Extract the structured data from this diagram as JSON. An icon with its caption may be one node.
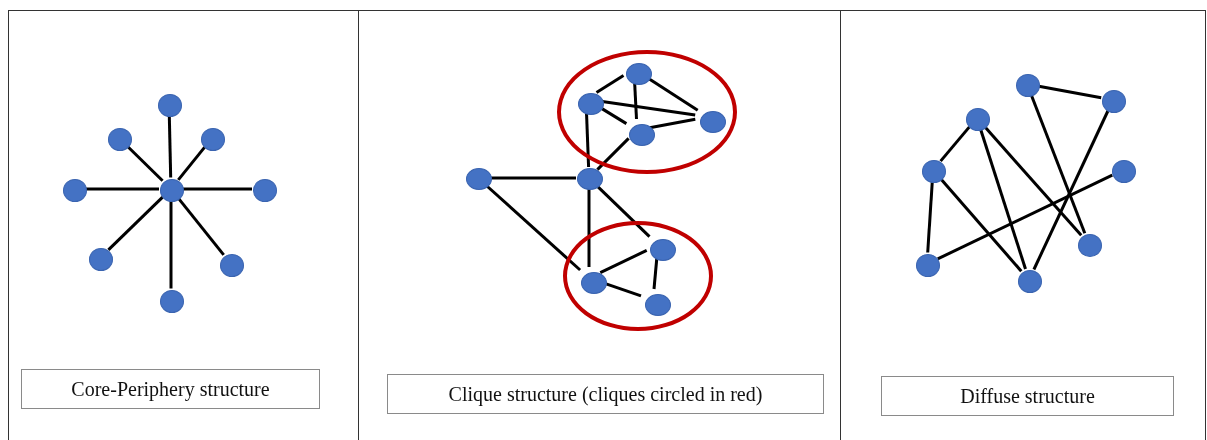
{
  "diagram": {
    "nodes": [
      {
        "text": [],
        "shape": "box"
      },
      {
        "text": [],
        "shape": "circle",
        "in": 0
      },
      {
        "text": [],
        "shape": "circle",
        "in": 0
      },
      {
        "text": [],
        "shape": "circle",
        "in": 0
      },
      {
        "text": [],
        "shape": "circle",
        "in": 0
      },
      {
        "text": [],
        "shape": "circle",
        "in": 0
      },
      {
        "text": [],
        "shape": "circle",
        "in": 0
      },
      {
        "text": [],
        "shape": "circle",
        "in": 0
      },
      {
        "text": [],
        "shape": "circle",
        "in": 0
      },
      {
        "text": [],
        "shape": "circle",
        "in": 0
      },
      {
        "text": [
          "Core-Periphery structure"
        ],
        "in": 0
      },
      {
        "text": [],
        "shape": "box"
      },
      {
        "text": [],
        "shape": "ellipse",
        "in": 11
      },
      {
        "text": [],
        "shape": "circle",
        "in": 12
      },
      {
        "text": [],
        "shape": "circle",
        "in": 12
      },
      {
        "text": [],
        "shape": "circle",
        "in": 12
      },
      {
        "text": [],
        "shape": "circle",
        "in": 12
      },
      {
        "text": [],
        "shape": "circle",
        "in": 11
      },
      {
        "text": [],
        "shape": "circle",
        "in": 11
      },
      {
        "text": [],
        "shape": "ellipse",
        "in": 11
      },
      {
        "text": [],
        "shape": "circle",
        "in": 19
      },
      {
        "text": [],
        "shape": "circle",
        "in": 19
      },
      {
        "text": [],
        "shape": "circle",
        "in": 19
      },
      {
        "text": [
          "Clique structure (cliques circled in red)"
        ],
        "in": 11
      },
      {
        "text": [],
        "shape": "box"
      },
      {
        "text": [],
        "shape": "circle",
        "in": 24
      },
      {
        "text": [],
        "shape": "circle",
        "in": 24
      },
      {
        "text": [],
        "shape": "circle",
        "in": 24
      },
      {
        "text": [],
        "shape": "circle",
        "in": 24
      },
      {
        "text": [],
        "shape": "circle",
        "in": 24
      },
      {
        "text": [],
        "shape": "circle",
        "in": 24
      },
      {
        "text": [],
        "shape": "circle",
        "in": 24
      },
      {
        "text": [],
        "shape": "circle",
        "in": 24
      },
      {
        "text": [
          "Diffuse structure"
        ],
        "in": 24
      }
    ],
    "edges": [
      {
        "from": 1,
        "to": 2,
        "arrow": "none"
      },
      {
        "from": 1,
        "to": 3,
        "arrow": "none"
      },
      {
        "from": 1,
        "to": 4,
        "arrow": "none"
      },
      {
        "from": 1,
        "to": 5,
        "arrow": "none"
      },
      {
        "from": 1,
        "to": 6,
        "arrow": "none"
      },
      {
        "from": 1,
        "to": 7,
        "arrow": "none"
      },
      {
        "from": 1,
        "to": 8,
        "arrow": "none"
      },
      {
        "from": 1,
        "to": 9,
        "arrow": "none"
      },
      {
        "from": 13,
        "to": 14,
        "arrow": "none"
      },
      {
        "from": 13,
        "to": 16,
        "arrow": "none"
      },
      {
        "from": 13,
        "to": 15,
        "arrow": "none"
      },
      {
        "from": 14,
        "to": 15,
        "arrow": "none"
      },
      {
        "from": 14,
        "to": 16,
        "arrow": "none"
      },
      {
        "from": 16,
        "to": 15,
        "arrow": "none"
      },
      {
        "from": 14,
        "to": 18,
        "arrow": "none"
      },
      {
        "from": 16,
        "to": 18,
        "arrow": "none"
      },
      {
        "from": 17,
        "to": 18,
        "arrow": "none"
      },
      {
        "from": 17,
        "to": 21,
        "arrow": "none"
      },
      {
        "from": 18,
        "to": 21,
        "arrow": "none"
      },
      {
        "from": 18,
        "to": 20,
        "arrow": "none"
      },
      {
        "from": 20,
        "to": 21,
        "arrow": "none"
      },
      {
        "from": 21,
        "to": 22,
        "arrow": "none"
      },
      {
        "from": 20,
        "to": 22,
        "arrow": "none"
      },
      {
        "from": 25,
        "to": 26,
        "arrow": "none"
      },
      {
        "from": 26,
        "to": 32,
        "arrow": "none"
      },
      {
        "from": 25,
        "to": 30,
        "arrow": "none"
      },
      {
        "from": 27,
        "to": 28,
        "arrow": "none"
      },
      {
        "from": 27,
        "to": 32,
        "arrow": "none"
      },
      {
        "from": 27,
        "to": 30,
        "arrow": "none"
      },
      {
        "from": 28,
        "to": 31,
        "arrow": "none"
      },
      {
        "from": 28,
        "to": 32,
        "arrow": "none"
      },
      {
        "from": 31,
        "to": 29,
        "arrow": "none"
      }
    ]
  }
}
